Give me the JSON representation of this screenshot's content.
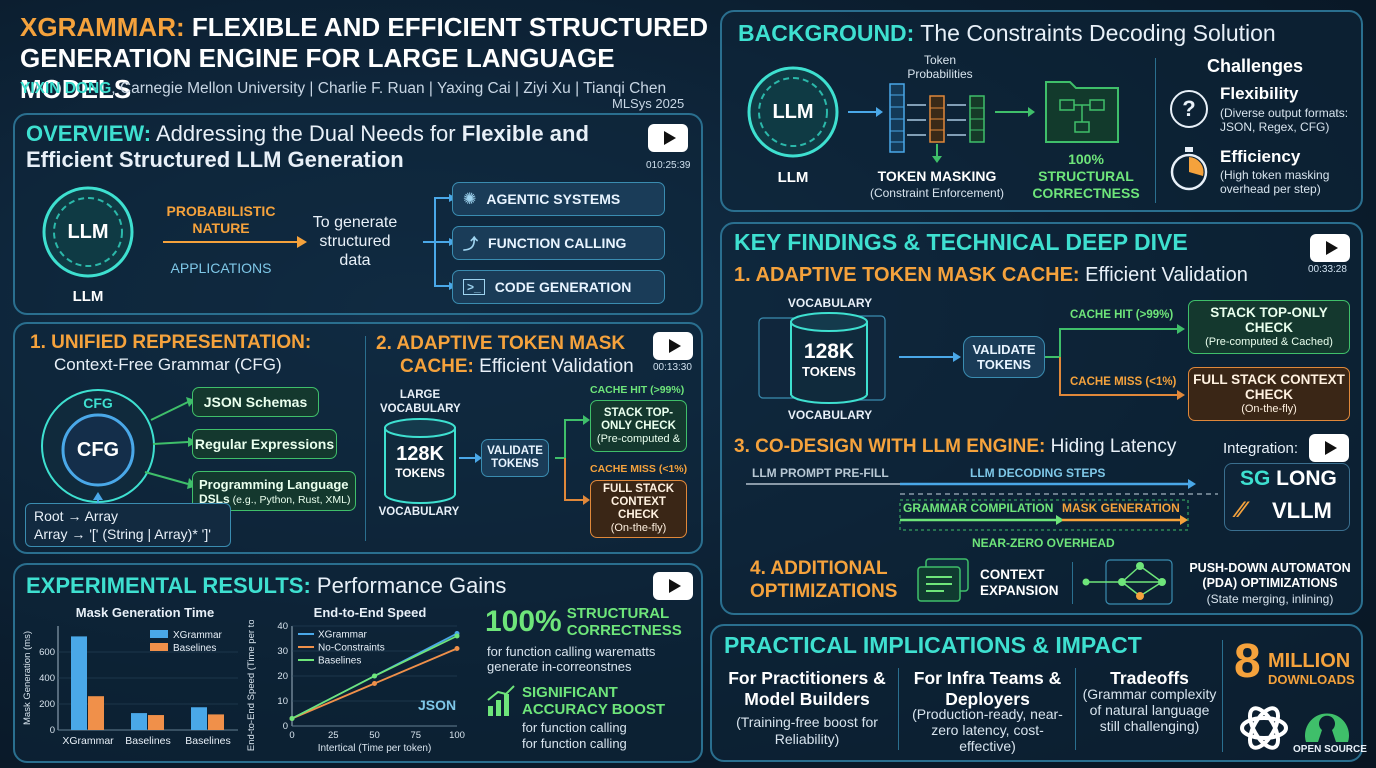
{
  "header": {
    "title_accent": "XGRAMMAR:",
    "title_rest": " FLEXIBLE AND EFFICIENT STRUCTURED",
    "title_line2": "GENERATION ENGINE FOR LARGE LANGUAGE MODELS",
    "lead_author": "YIXIN DONG",
    "authors_rest": ", Carnegie Mellon University | Charlie F. Ruan | Yaxing Cai | Ziyi Xu | Tianqi Chen",
    "venue": "MLSys 2025"
  },
  "overview": {
    "title_accent": "OVERVIEW:",
    "title_rest": " Addressing the Dual Needs for ",
    "title_bold1": "Flexible and",
    "title_bold2": "Efficient Structured LLM Generation",
    "timestamp": "010:25:39",
    "llm_label": "LLM",
    "llm_caption": "LLM",
    "nature": "PROBABILISTIC NATURE",
    "applications": "APPLICATIONS",
    "goal": "To generate structured data",
    "apps": [
      "AGENTIC SYSTEMS",
      "FUNCTION CALLING",
      "CODE GENERATION"
    ]
  },
  "unified": {
    "title_accent": "1. UNIFIED REPRESENTATION:",
    "subtitle": "Context-Free Grammar (CFG)",
    "cfg_outer": "CFG",
    "cfg_inner": "CFG",
    "targets": [
      "JSON Schemas",
      "Regular Expressions"
    ],
    "target3_title": "Programming Language",
    "target3_sub_bold": "DSLs",
    "target3_sub": " (e.g., Python, Rust, XML)",
    "rule1": "Root → Array",
    "rule2": "Array → '[' (String | Array)* ']'"
  },
  "cache_left": {
    "title_accent": "2. ADAPTIVE TOKEN MASK",
    "title_accent2": "CACHE:",
    "title_rest": " Efficient Validation",
    "timestamp": "00:13:30",
    "vocab_top": "LARGE VOCABULARY",
    "tokens_num": "128K",
    "tokens_word": "TOKENS",
    "vocab_bottom": "VOCABULARY",
    "validate": "VALIDATE TOKENS",
    "hit_label": "CACHE HIT (>99%)",
    "hit_box": "STACK TOP-ONLY CHECK",
    "hit_sub": "(Pre-computed &",
    "miss_label": "CACHE MISS (<1%)",
    "miss_box": "FULL STACK CONTEXT CHECK",
    "miss_sub": "(On-the-fly)"
  },
  "experimental": {
    "title_accent": "EXPERIMENTAL RESULTS:",
    "title_rest": " Performance Gains",
    "mask_chart_title": "Mask Generation Time",
    "speed_chart_title": "End-to-End Speed",
    "json_label": "JSON",
    "stat1_num": "100%",
    "stat1_head": "STRUCTURAL CORRECTNESS",
    "stat1_body1": "for function calling warematts",
    "stat1_body2": "generate in-correonstnes",
    "stat2_head": "SIGNIFICANT ACCURACY BOOST",
    "stat2_body1": "for function calling",
    "stat2_body2": "for function calling"
  },
  "chart_data": [
    {
      "type": "bar",
      "title": "Mask Generation Time",
      "ylabel": "Mask Generation (ms)",
      "categories": [
        "XGrammar",
        "Baselines",
        "Baselines"
      ],
      "series": [
        {
          "name": "XGrammar",
          "values": [
            720,
            130,
            175
          ]
        },
        {
          "name": "Baselines",
          "values": [
            260,
            115,
            120
          ]
        }
      ],
      "ylim": [
        0,
        800
      ],
      "yticks": [
        "0",
        "200",
        "400",
        "600"
      ],
      "colors": [
        "#4aa8e8",
        "#f0904a"
      ],
      "legend": "top-right"
    },
    {
      "type": "line",
      "title": "End-to-End Speed",
      "xlabel": "Intertical (Time per token)",
      "ylabel": "End-to-End Speed (Time per token)",
      "x": [
        0,
        50,
        100
      ],
      "xticks": [
        "0",
        "25",
        "50",
        "75",
        "100"
      ],
      "yticks": [
        "0",
        "10",
        "20",
        "30",
        "40"
      ],
      "xlim": [
        0,
        100
      ],
      "ylim": [
        0,
        40
      ],
      "series": [
        {
          "name": "XGrammar",
          "values": [
            3,
            20,
            37
          ]
        },
        {
          "name": "No-Constraints",
          "values": [
            3,
            17,
            31
          ]
        },
        {
          "name": "Baselines",
          "values": [
            3,
            20,
            36
          ]
        }
      ],
      "colors": [
        "#4aa8e8",
        "#f0904a",
        "#6ee57a"
      ],
      "legend": "top-left"
    }
  ],
  "background": {
    "title_accent": "BACKGROUND:",
    "title_rest": " The Constraints Decoding Solution",
    "llm_label": "LLM",
    "llm_caption": "LLM",
    "token_probs": "Token Probabilities",
    "masking": "TOKEN MASKING",
    "masking_sub": "(Constraint Enforcement)",
    "correct_pct": "100%",
    "correct_text": "STRUCTURAL CORRECTNESS",
    "challenges_title": "Challenges",
    "ch1_title": "Flexibility",
    "ch1_body": "(Diverse output formats: JSON, Regex, CFG)",
    "ch2_title": "Efficiency",
    "ch2_body": "(High token masking overhead per step)"
  },
  "findings": {
    "title": "KEY FINDINGS & TECHNICAL DEEP DIVE",
    "timestamp": "00:33:28",
    "s1_accent": "1. ADAPTIVE TOKEN MASK CACHE:",
    "s1_rest": " Efficient Validation",
    "vocab_top": "VOCABULARY",
    "tokens_num": "128K",
    "tokens_word": "TOKENS",
    "vocab_bottom": "VOCABULARY",
    "validate": "VALIDATE TOKENS",
    "hit_label": "CACHE HIT (>99%)",
    "hit_box": "STACK TOP-ONLY CHECK",
    "hit_sub": "(Pre-computed & Cached)",
    "miss_label": "CACHE MISS (<1%)",
    "miss_box": "FULL STACK CONTEXT CHECK",
    "miss_sub": "(On-the-fly)",
    "s3_accent": "3. CO-DESIGN WITH LLM ENGINE:",
    "s3_rest": " Hiding Latency",
    "integration": "Integration:",
    "prefill": "LLM PROMPT PRE-FILL",
    "decoding": "LLM DECODING STEPS",
    "grammar": "GRAMMAR COMPILATION",
    "maskgen": "MASK GENERATION",
    "overhead": "NEAR-ZERO OVERHEAD",
    "sg_a": "SG",
    "sg_b": " LONG",
    "vllm": "VLLM",
    "s4_title": "4. ADDITIONAL OPTIMIZATIONS",
    "ctx": "CONTEXT EXPANSION",
    "pda": "PUSH-DOWN AUTOMATON (PDA) OPTIMIZATIONS",
    "pda_sub": "(State merging, inlining)"
  },
  "impact": {
    "title": "PRACTICAL IMPLICATIONS & IMPACT",
    "c1_title": "For Practitioners & Model Builders",
    "c1_body": "(Training-free boost for Reliability)",
    "c2_title": "For Infra Teams & Deployers",
    "c2_body": "(Production-ready, near-zero latency, cost-effective)",
    "c3_title": "Tradeoffs",
    "c3_body": "(Grammar complexity of natural language still challenging)",
    "dl_num": "8",
    "dl_word1": "MILLION",
    "dl_word2": "DOWNLOADS",
    "oss": "OPEN SOURCE"
  }
}
